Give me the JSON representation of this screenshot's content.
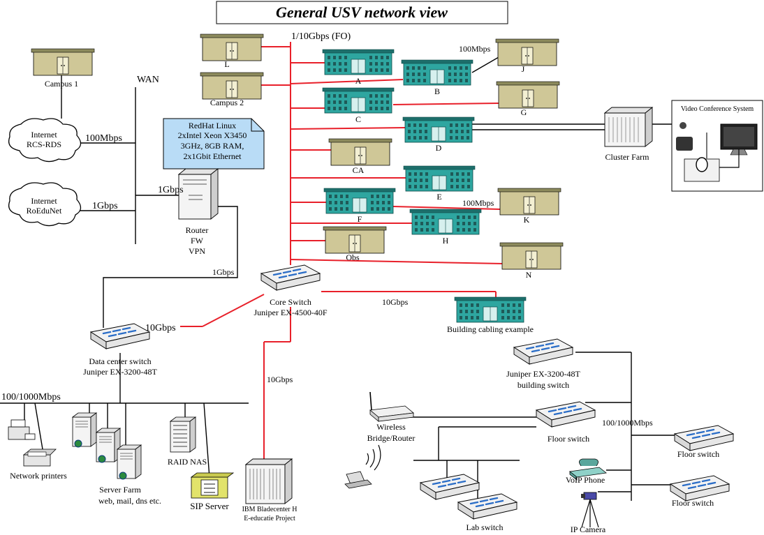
{
  "title": "General USV network view",
  "backbone_label": "1/10Gbps (FO)",
  "wan_label": "WAN",
  "campus": {
    "campus1": "Campus 1",
    "campus2": "Campus 2"
  },
  "internet": {
    "rcs_line1": "Internet",
    "rcs_line2": "RCS-RDS",
    "rcs_speed": "100Mbps",
    "roedu_line1": "Internet",
    "roedu_line2": "RoEduNet",
    "roedu_speed": "1Gbps"
  },
  "router": {
    "speed_in": "1Gbps",
    "line1": "Router",
    "line2": "FW",
    "line3": "VPN",
    "speed_out": "1Gbps",
    "note": [
      "RedHat Linux",
      "2xIntel Xeon X3450",
      "3GHz, 8GB RAM,",
      "2x1Gbit Ethernet"
    ]
  },
  "buildings": {
    "L": "L",
    "A": "A",
    "B": "B",
    "J": "J",
    "C": "C",
    "G": "G",
    "D": "D",
    "CA": "CA",
    "E": "E",
    "F": "F",
    "K": "K",
    "H": "H",
    "Obs": "Obs",
    "N": "N"
  },
  "link_labels": {
    "b_j": "100Mbps",
    "f_k": "100Mbps"
  },
  "cluster_farm": "Cluster Farm",
  "video_conference": "Video Conference System",
  "core_switch": {
    "line1": "Core Switch",
    "line2": "Juniper EX-4500-40F",
    "link_building": "10Gbps",
    "link_dc": "10Gbps",
    "link_ibm": "10Gbps"
  },
  "building_example": "Building cabling example",
  "dc_switch": {
    "line1": "Data center switch",
    "line2": "Juniper EX-3200-48T"
  },
  "dc_bus_speed": "100/1000Mbps",
  "network_printers": "Network printers",
  "server_farm": {
    "line1": "Server Farm",
    "line2": "web, mail, dns etc."
  },
  "raid_nas": "RAID NAS",
  "sip_server": "SIP Server",
  "ibm": {
    "line1": "IBM Bladecenter H",
    "line2": "E-educatie Project"
  },
  "building_switch": {
    "line1": "Juniper EX-3200-48T",
    "line2": "building switch"
  },
  "wireless": {
    "line1": "Wireless",
    "line2": "Bridge/Router"
  },
  "floor_switch_main": "Floor switch",
  "floor_speed": "100/1000Mbps",
  "floor_switch_right1": "Floor switch",
  "floor_switch_right2": "Floor switch",
  "voip_phone": "VoIP Phone",
  "ip_camera": "IP Camera",
  "lab_switch": "Lab switch",
  "colors": {
    "fiber": "#e8202a",
    "copper": "#000000",
    "building_teal": "#2ea6a0",
    "campus_khaki": "#c8c08a",
    "note_blue": "#b9dcf6"
  }
}
